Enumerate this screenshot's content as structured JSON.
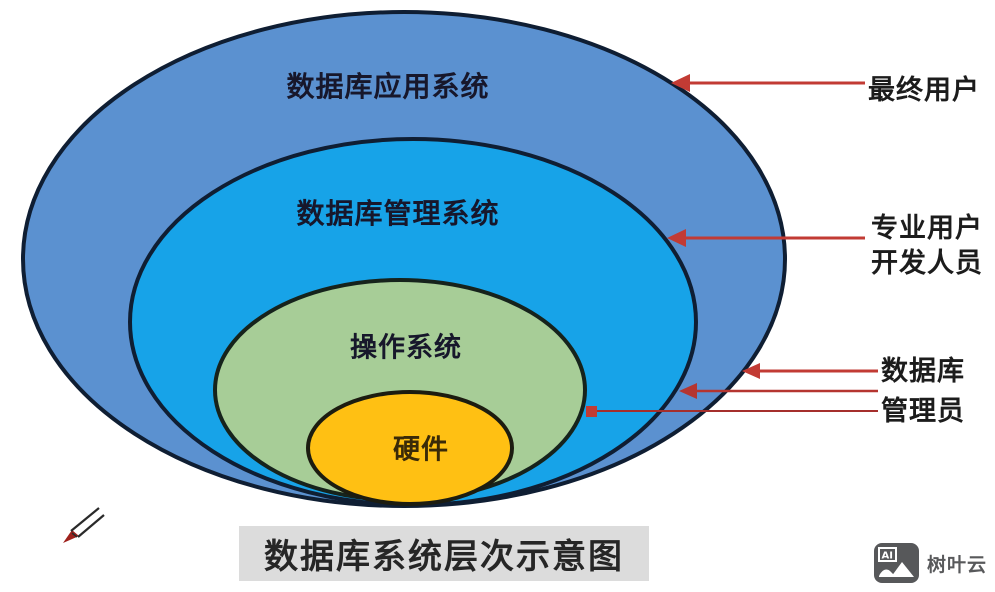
{
  "diagram": {
    "outline_color": "#0f1e33",
    "arrow_color": "#c23b34",
    "layers": [
      {
        "id": "application-system",
        "label": "数据库应用系统",
        "fill": "#5b91d0"
      },
      {
        "id": "dbms",
        "label": "数据库管理系统",
        "fill": "#17a3e8"
      },
      {
        "id": "operating-system",
        "label": "操作系统",
        "fill": "#a7cd97"
      },
      {
        "id": "hardware",
        "label": "硬件",
        "fill": "#ffc013"
      }
    ],
    "annotations": [
      {
        "id": "end-user",
        "lines": [
          "最终用户"
        ]
      },
      {
        "id": "professional-user-developer",
        "lines": [
          "专业用户",
          "开发人员"
        ]
      },
      {
        "id": "database-administrator",
        "lines": [
          "数据库",
          "管理员"
        ]
      }
    ]
  },
  "caption": {
    "text": "数据库系统层次示意图"
  },
  "watermark": {
    "icon_label": "AI",
    "text": "树叶云"
  }
}
